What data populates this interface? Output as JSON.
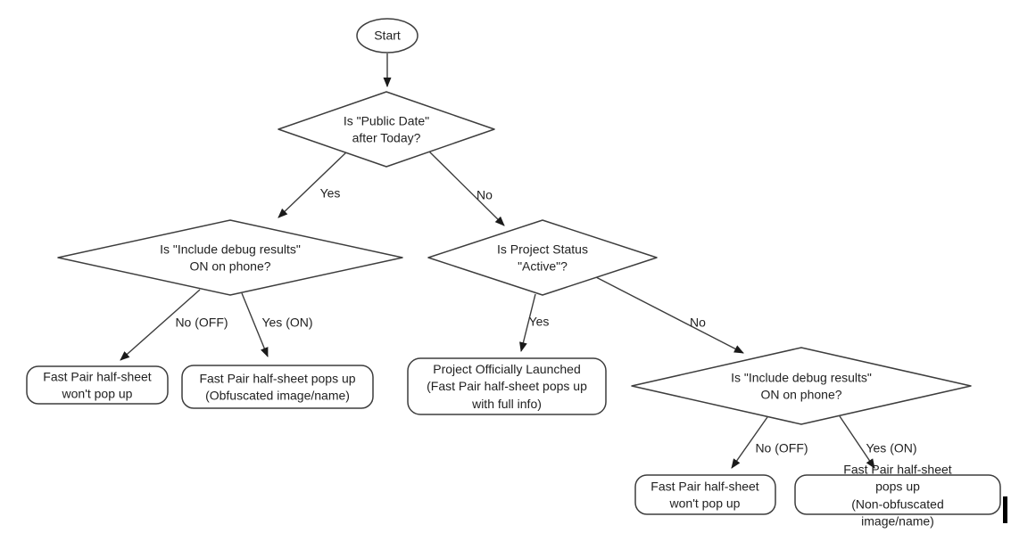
{
  "diagram": {
    "nodes": {
      "start": {
        "type": "terminator",
        "label": "Start"
      },
      "decision_public_date": {
        "type": "decision",
        "label": "Is \"Public Date\"\nafter Today?"
      },
      "decision_debug_left": {
        "type": "decision",
        "label": "Is \"Include debug results\"\nON on phone?"
      },
      "decision_project_status": {
        "type": "decision",
        "label": "Is Project Status\n\"Active\"?"
      },
      "decision_debug_right": {
        "type": "decision",
        "label": "Is \"Include debug results\"\nON on phone?"
      },
      "outcome_no_popup_left": {
        "type": "outcome",
        "label": "Fast Pair half-sheet\nwon't pop up"
      },
      "outcome_obfuscated": {
        "type": "outcome",
        "label": "Fast Pair half-sheet pops up\n(Obfuscated image/name)"
      },
      "outcome_launched": {
        "type": "outcome",
        "label": "Project Officially Launched\n(Fast Pair half-sheet pops up\nwith full info)"
      },
      "outcome_no_popup_right": {
        "type": "outcome",
        "label": "Fast Pair half-sheet\nwon't pop up"
      },
      "outcome_non_obfuscated": {
        "type": "outcome",
        "label": "Fast Pair half-sheet pops up\n(Non-obfuscated image/name)"
      }
    },
    "edge_labels": {
      "yes_public_date": "Yes",
      "no_public_date": "No",
      "no_off_left": "No (OFF)",
      "yes_on_left": "Yes (ON)",
      "yes_active": "Yes",
      "no_active": "No",
      "no_off_right": "No (OFF)",
      "yes_on_right": "Yes (ON)"
    },
    "colors": {
      "stroke": "#3d3d3d",
      "text": "#212121",
      "arrow": "#1a1a1a",
      "background": "#ffffff"
    }
  }
}
